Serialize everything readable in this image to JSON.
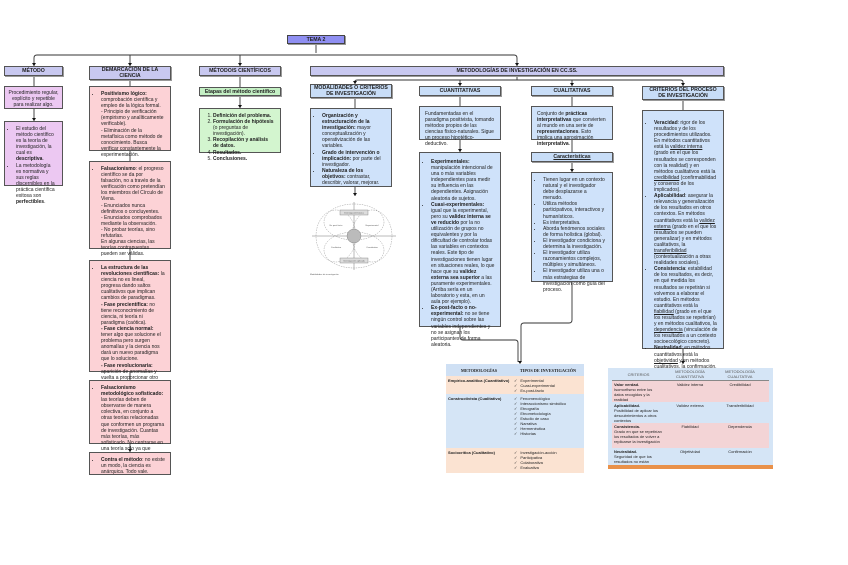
{
  "root": {
    "label": "TEMA 2"
  },
  "metodo": {
    "title": "MÉTODO",
    "definition": "Procedimiento regular, explícito y repetible para realizar algo.",
    "points": [
      {
        "pre": "El estudio del método científico es la teoría de investigación, la cual es ",
        "bold": "descriptiva",
        "post": "."
      },
      {
        "pre": "La metodología es normativa y sus reglas discernibles en la práctica científica exitosa son ",
        "bold": "perfectibles",
        "post": "."
      }
    ]
  },
  "demarcacion": {
    "title": "DEMARCACIÓN DE LA CIENCIA",
    "boxes": [
      {
        "bold": "Positivismo lógico:",
        "text": " comprobación científica y empleo de la lógica formal.",
        "lines": [
          "- Principio de verificación (empirismo y analíticamente verificable).",
          "- Eliminación de la metafísica como método de conocimiento. Busca verificar constantemente la experimentación."
        ]
      },
      {
        "bold": "Falsacionismo",
        "text": ": el progreso científico se da por falsación, no a través de la verificación como pretendían los miembros del Círculo de Viena.",
        "lines": [
          "- Enunciados nunca definitivos o concluyentes.",
          "- Enunciados comprobados mediante la observación.",
          "- No probar teorías, sino refutarlas.",
          "En algunas ciencias, las teorías contrapuestas pueden ser válidas."
        ]
      },
      {
        "bold": "La estructura de las revoluciones científicas:",
        "text": " la ciencia no es lineal, progresa dando saltos cualitativos que implican cambios de paradigmas.",
        "phases": [
          {
            "bold": "- Fase precientífica:",
            "text": " no tiene reconocimiento de ciencia, ni teoría ni paradigma (caótica)."
          },
          {
            "bold": "- Fase ciencia normal:",
            "text": " tener algo que solucione el problema pero surgen anomalías y la ciencia nos dará un nuevo paradigma que lo solucione."
          },
          {
            "bold": "- Fase revolucionaria:",
            "text": " aparición de anomalías y vuelta a proporcionar otro paradigma."
          }
        ]
      },
      {
        "bold": "Falsacionismo metodológico sofisticado:",
        "text": " las teorías deben de observarse de manera colectiva, en conjunto a otras teorías relacionadas que conformen un programa de investigación. Cuantas más teorías, más sofisticado. No centrarse en una teoría solo ya que puede ser falsa."
      },
      {
        "bold": "Contra el método",
        "text": ": no existe un modo, la ciencia es anárquica. Todo vale."
      }
    ]
  },
  "metodos_cientificos": {
    "title": "MÉTODO/S CIENTÍFICOS",
    "subtitle": "Etapas del método científico",
    "steps": [
      {
        "bold": "Definición del problema.",
        "text": ""
      },
      {
        "bold": "Formulación de hipótesis",
        "text": " (o preguntas de investigación)."
      },
      {
        "bold": "Recopilación y análisis de datos.",
        "text": ""
      },
      {
        "bold": "Resultados.",
        "text": ""
      },
      {
        "bold": "Conclusiones.",
        "text": ""
      }
    ]
  },
  "metodologias": {
    "title": "METODOLOGÍAS DE INVESTIGACIÓN EN CC.SS.",
    "modalidades": {
      "title": "MODALIDADES O CRITERIOS DE INVESTIGACIÓN",
      "points": [
        {
          "bold": "Organización y estructuración de la investigación:",
          "text": " mayor conceptualización y operativización de las variables."
        },
        {
          "bold": "Grado de intervención o implicación:",
          "text": " por parte del investigador."
        },
        {
          "bold": "Naturaleza de los objetivos:",
          "text": " contrastar, describir, valorar, mejorar."
        }
      ],
      "figure": {
        "labels": [
          "Investigación básica",
          "Investigación aplicada",
          "Cualitativa",
          "Cuantitativa",
          "Ex post facto",
          "Experimental"
        ],
        "caption": "Modalidades de investigación"
      }
    },
    "cuantitativas": {
      "title": "CUANTITATIVAS",
      "intro": "Fundamentadas en el paradigma positivista, tomando métodos propios de las ciencias físico-naturales. Sigue un proceso hipotético-deductivo.",
      "types": [
        {
          "bold": "Experimentales:",
          "text": " manipulación intencional de una o más variables independientes para medir su influencia en las dependientes. Asignación aleatoria de sujetos."
        },
        {
          "bold": "Cuasi-experimentales:",
          "text": " igual que la experimental, pero su ",
          "bold2": "validez interna se ve reducido",
          "text2": " por la no utilización de grupos no equivalentes y por la dificultad de controlar todas las variables en contextos reales. Este tipo de investigaciones tienen lugar en situaciones reales, lo que hace que su ",
          "bold3": "validez externa sea superior",
          "text3": " a las puramente experimentales. (Arriba sería en un laboratorio y esta, en un aula por ejemplo)."
        },
        {
          "bold": "Ex-post-facto o no-experimental:",
          "text": " no se tiene ningún control sobre las variables independientes y no se asignan los participantes de forma aleatoria."
        }
      ]
    },
    "cualitativas": {
      "title": "CUALITATIVAS",
      "intro": {
        "t1": "Conjunto de ",
        "b1": "prácticas interpretativas",
        "t2": " que convierten al mundo en una serie de ",
        "b2": "representaciones",
        "t3": ". Esto implica una aproximación ",
        "b3": "interpretativa",
        "t4": "."
      },
      "characteristics_title": "Características",
      "characteristics": [
        "Tienen lugar en un contexto natural y el investigador debe desplazarse a menudo.",
        "Utiliza métodos participativos, interactivos y humanísticos.",
        "Es interpretativa.",
        "Aborda fenómenos sociales de forma holística (global).",
        "El investigador condiciona y determina la investigación.",
        "El investigador utiliza razonamientos complejos, múltiples y simultáneos.",
        "El investigador utiliza una o más estrategias de investigación como guía del proceso."
      ]
    },
    "criterios": {
      "title": "CRITERIOS DEL PROCESO DE INVESTIGACIÓN",
      "points": [
        {
          "bold": "Veracidad",
          "a": ": rigor de los resultados y de los procedimientos utilizados. En métodos cuantitativos está la ",
          "u1": "validez interna",
          "b": " (grado en el que los resultados se corresponden con la realidad) y en métodos cualitativos está la ",
          "u2": "credibilidad",
          "c": " (confirmabilidad y consenso de los implicados)."
        },
        {
          "bold": "Aplicabilidad",
          "a": ": asegurar la relevancia y generalización de los resultados en otros contextos. En métodos cuantitativos está la ",
          "u1": "validez externa",
          "b": " (grado en el que los resultados se pueden generalizar) y en métodos cualitativos, la ",
          "u2": "transferibilidad",
          "c": " (contextualización a otras realidades sociales)."
        },
        {
          "bold": "Consistencia",
          "a": ": estabilidad de los resultados, es decir, en qué medida los resultados se repetirán si volvemos a elaborar el estudio. En métodos cuantitativos está la ",
          "u1": "fiabilidad",
          "b": " (grado en el que los resultados se repetirían) y en métodos cualitativos, la ",
          "u2": "dependencia",
          "c": " (vinculación de los resultados a un contexto socioecológico concreto)."
        },
        {
          "bold": "Neutralidad",
          "a": ": en métodos cuantitativos está la ",
          "u1": "objetividad",
          "b": " y en métodos cualitativos, la ",
          "u2": "confirmación",
          "c": "."
        }
      ]
    }
  },
  "table_metodologias": {
    "headers": [
      "METODOLOGÍAS",
      "TIPOS DE INVESTIGACIÓN"
    ],
    "rows": [
      {
        "name": "Empírico-analítica (Cuantitativo)",
        "types": [
          "Experimental",
          "Cuasi-experimental",
          "Ex-post-facto"
        ]
      },
      {
        "name": "Constructivista (Cualitativo)",
        "types": [
          "Fenomenológico",
          "Interaccionismo simbólico",
          "Etnografía",
          "Etnometodología",
          "Estudio de caso",
          "Narrativa",
          "Hermenéutica",
          "Historias"
        ]
      },
      {
        "name": "Sociocrítica (Cualitativo)",
        "types": [
          "Investigación-acción",
          "Participativa",
          "Colaborativa",
          "Evaluativa"
        ]
      }
    ],
    "check_icon": "✓"
  },
  "table_criterios": {
    "headers": [
      "CRITERIOS",
      "METODOLOGÍA CUANTITATIVA",
      "METODOLOGÍA CUALITATIVA"
    ],
    "rows": [
      {
        "name": "Valor verdad.",
        "desc": "Isomorfismo entre los datos recogidos y la realidad",
        "cuanti": "Validez interna",
        "cuali": "Credibilidad"
      },
      {
        "name": "Aplicabilidad.",
        "desc": "Posibilidad de aplicar los descubrimientos a otros contextos",
        "cuanti": "Validez externa",
        "cuali": "Transferibilidad"
      },
      {
        "name": "Consistencia.",
        "desc": "Grado en que se repetirían los resultados de volver a replicarse la investigación",
        "cuanti": "Fiabilidad",
        "cuali": "Dependencia"
      },
      {
        "name": "Neutralidad.",
        "desc": "Seguridad de que los resultados no están sesgados",
        "cuanti": "Objetividad",
        "cuali": "Confirmación"
      }
    ]
  },
  "colors": {
    "tema": "#8f8ff2",
    "header_purple": "#c8c8f0",
    "purple_body": "#ecc8f2",
    "pink_body": "#fcd2d6",
    "green": "#c4f0c4",
    "blue": "#cfe2fa",
    "table_peach": "#fbe3d2",
    "table_blue": "#d5e5f6",
    "orange_bar": "#e9914a"
  }
}
